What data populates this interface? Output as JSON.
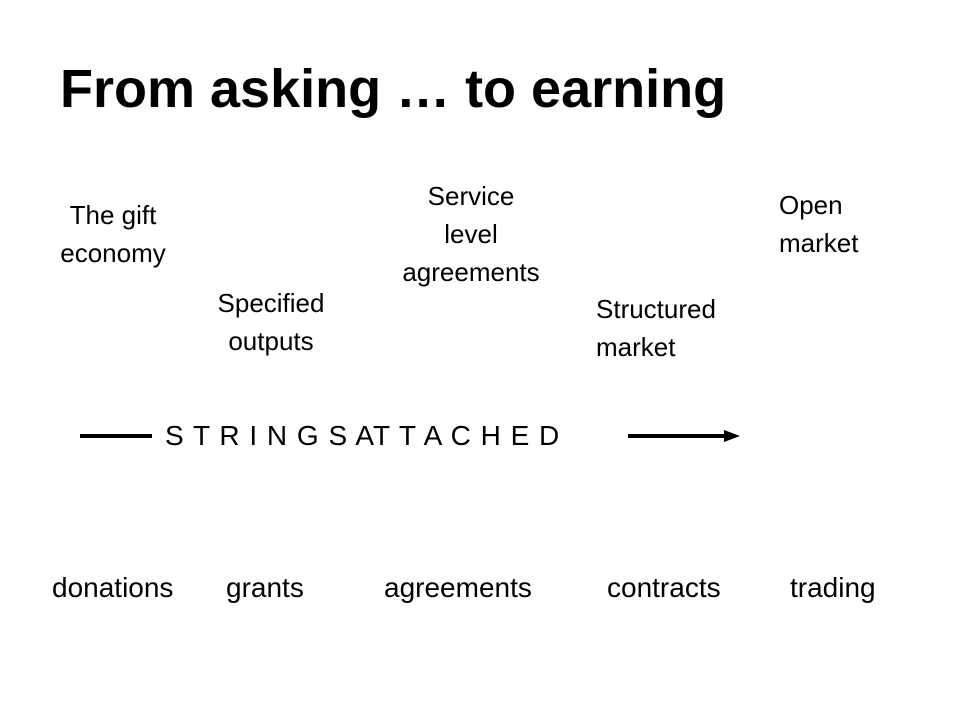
{
  "title": "From asking … to earning",
  "stages": {
    "gift": "The gift\neconomy",
    "specified": "Specified\noutputs",
    "service": "Service\nlevel\nagreements",
    "structured": "Structured\nmarket",
    "open": "Open\nmarket"
  },
  "strings_label": "S T R I N G S   AT T A C H E D",
  "terms": [
    "donations",
    "grants",
    "agreements",
    "contracts",
    "trading"
  ]
}
